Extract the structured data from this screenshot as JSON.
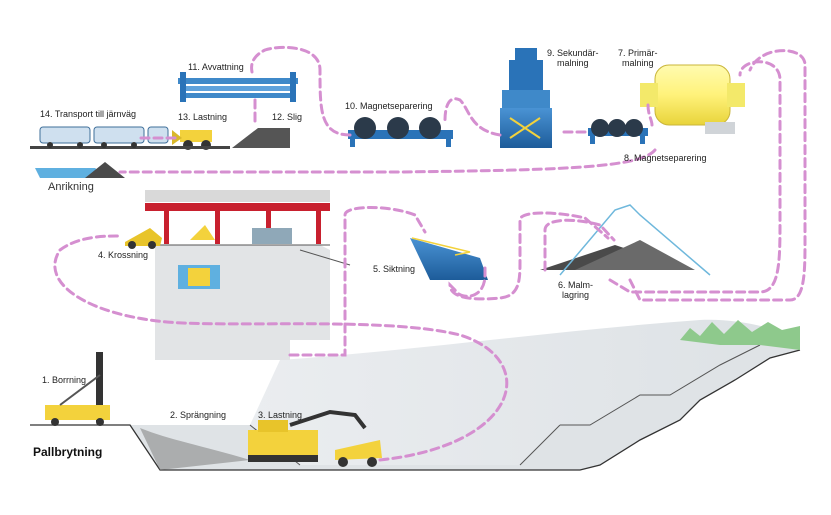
{
  "labels": {
    "borrning": "1. Borrning",
    "sprangning": "2. Sprängning",
    "lastning3": "3. Lastning",
    "krossning": "4. Krossning",
    "siktning": "5. Siktning",
    "malmlagring_1": "6. Malm-",
    "malmlagring_2": "lagring",
    "primar_1": "7. Primär-",
    "primar_2": "malning",
    "magnet8": "8. Magnetseparering",
    "sekundar_1": "9. Sekundär-",
    "sekundar_2": "malning",
    "magnet10": "10. Magnetseparering",
    "avvattning": "11. Avvattning",
    "slig": "12. Slig",
    "lastning13": "13. Lastning",
    "transport": "14. Transport till järnväg",
    "anrikning": "Anrikning",
    "pallbrytning": "Pallbrytning"
  },
  "colors": {
    "flow": "#d58fd0",
    "machine_blue": "#2a73b8",
    "machine_yellow": "#f3d23c",
    "mill_yellow": "#fff27a",
    "rock_gray": "#dfe3e6",
    "frame_red": "#c8202e",
    "grass": "#8ec98c"
  }
}
